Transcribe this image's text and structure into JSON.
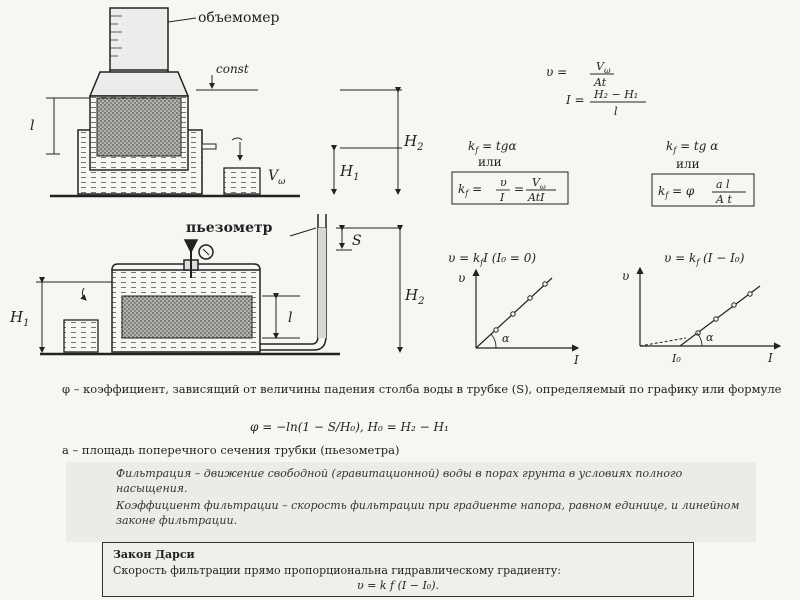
{
  "labels": {
    "volumemeter": "объемомер",
    "const": "const",
    "piezometer": "пьезометр",
    "l": "l",
    "l2": "l",
    "H2_top": "H",
    "H2_top_sub": "2",
    "H1_top": "H",
    "H1_top_sub": "1",
    "V_omega": "V",
    "V_omega_sub": "ω",
    "S": "S",
    "H1_bottom": "H",
    "H1_bottom_sub": "1",
    "H2_bottom": "H",
    "H2_bottom_sub": "2"
  },
  "formulas": {
    "v_eq": "υ =",
    "v_num": "V",
    "v_num_sub": "ω",
    "v_den": "At",
    "I_eq": "I =",
    "I_num": "H₂ − H₁",
    "I_den": "l",
    "left_kf": "k",
    "left_kf_sub": "f",
    "left_kf_rest": " = tgα",
    "or1": "или",
    "left_box_lhs": "k",
    "left_box_lhs_sub": "f",
    "left_box_eq1": " =",
    "left_box_frac1_num": "υ",
    "left_box_frac1_den": "I",
    "left_box_eq2": "=",
    "left_box_frac2_num": "V",
    "left_box_frac2_num_sub": "ω",
    "left_box_frac2_den": "AtI",
    "right_kf": "k",
    "right_kf_sub": "f",
    "right_kf_rest": " = tg α",
    "or2": "или",
    "right_box_lhs": "k",
    "right_box_lhs_sub": "f",
    "right_box_eq": " = φ",
    "right_box_num": "a  l",
    "right_box_den": "A  t"
  },
  "graphs": {
    "left_title": "υ = k",
    "left_title_sub": "f",
    "left_title_rest": "I  (I₀ = 0)",
    "left_y": "υ",
    "left_x": "I",
    "left_angle": "α",
    "right_title": "υ = k",
    "right_title_sub": "f",
    "right_title_rest": " (I − I₀)",
    "right_y": "υ",
    "right_x": "I",
    "right_angle": "α",
    "right_I0": "I₀"
  },
  "text": {
    "phi_def": "φ – коэффициент, зависящий от величины падения столба воды в трубке (S), определяемый по графику или формуле",
    "phi_formula": "φ = −ln(1 − S/H₀),  H₀ = H₂ − H₁",
    "a_def": "a – площадь поперечного сечения трубки (пьезометра)",
    "filtration": "Фильтрация – движение свободной (гравитационной) воды в порах грунта в условиях полного насыщения.",
    "coef": "Коэффициент фильтрации – скорость фильтрации при градиенте напора, равном единице, и линейном законе фильтрации.",
    "darcy_title": "Закон Дарси",
    "darcy_text": "Скорость фильтрации прямо пропорциональна гидравлическому градиенту:",
    "darcy_formula": "υ = k f (I − I₀)."
  }
}
